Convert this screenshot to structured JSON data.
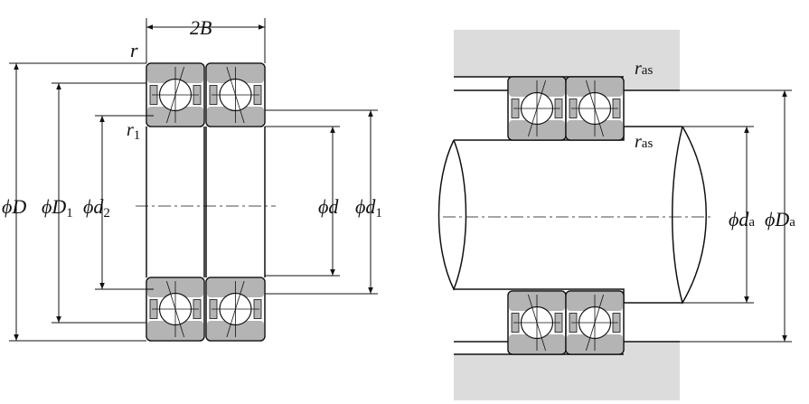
{
  "left_figure": {
    "width_label": "2B",
    "chamfer_label": "r",
    "chamfer1_label": "r",
    "chamfer1_sub": "1",
    "labels": [
      {
        "phi": "ϕ",
        "main": "D",
        "sub": ""
      },
      {
        "phi": "ϕ",
        "main": "D",
        "sub": "1"
      },
      {
        "phi": "ϕ",
        "main": "d",
        "sub": "2"
      },
      {
        "phi": "ϕ",
        "main": "d",
        "sub": ""
      },
      {
        "phi": "ϕ",
        "main": "d",
        "sub": "1"
      }
    ]
  },
  "right_figure": {
    "fillet_housing_label": "r",
    "fillet_housing_sub": "as",
    "fillet_shaft_label": "r",
    "fillet_shaft_sub": "as",
    "labels": [
      {
        "phi": "ϕ",
        "main": "d",
        "sub": "a"
      },
      {
        "phi": "ϕ",
        "main": "D",
        "sub": "a"
      }
    ]
  },
  "colors": {
    "ring": "#b4b4b4",
    "housing": "#dcdcdc",
    "line": "#111111"
  }
}
